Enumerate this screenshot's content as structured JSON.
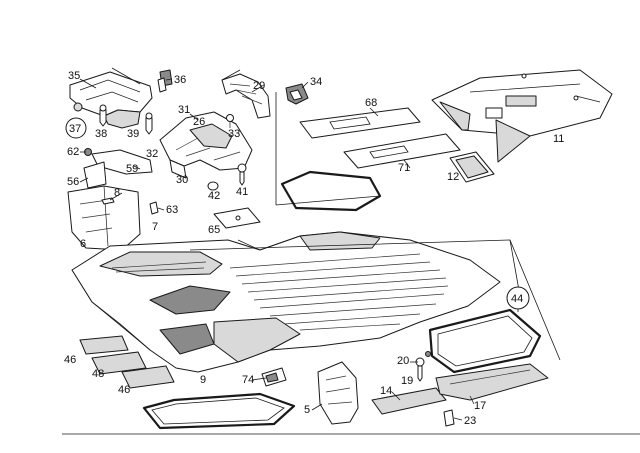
{
  "diagram": {
    "callouts": [
      {
        "id": "35",
        "text": "35"
      },
      {
        "id": "36",
        "text": "36"
      },
      {
        "id": "29",
        "text": "29"
      },
      {
        "id": "34",
        "text": "34"
      },
      {
        "id": "68",
        "text": "68"
      },
      {
        "id": "11",
        "text": "11"
      },
      {
        "id": "31",
        "text": "31"
      },
      {
        "id": "26",
        "text": "26"
      },
      {
        "id": "37",
        "text": "37"
      },
      {
        "id": "38",
        "text": "38"
      },
      {
        "id": "39",
        "text": "39"
      },
      {
        "id": "33",
        "text": "33"
      },
      {
        "id": "32",
        "text": "32"
      },
      {
        "id": "62",
        "text": "62"
      },
      {
        "id": "59",
        "text": "59"
      },
      {
        "id": "71",
        "text": "71"
      },
      {
        "id": "12",
        "text": "12"
      },
      {
        "id": "56",
        "text": "56"
      },
      {
        "id": "30",
        "text": "30"
      },
      {
        "id": "41",
        "text": "41"
      },
      {
        "id": "8",
        "text": "8"
      },
      {
        "id": "42",
        "text": "42"
      },
      {
        "id": "63",
        "text": "63"
      },
      {
        "id": "7",
        "text": "7"
      },
      {
        "id": "65",
        "text": "65"
      },
      {
        "id": "6",
        "text": "6"
      },
      {
        "id": "44",
        "text": "44"
      },
      {
        "id": "46a",
        "text": "46"
      },
      {
        "id": "48",
        "text": "48"
      },
      {
        "id": "46b",
        "text": "46"
      },
      {
        "id": "20",
        "text": "20"
      },
      {
        "id": "9",
        "text": "9"
      },
      {
        "id": "74",
        "text": "74"
      },
      {
        "id": "19",
        "text": "19"
      },
      {
        "id": "14",
        "text": "14"
      },
      {
        "id": "17",
        "text": "17"
      },
      {
        "id": "5",
        "text": "5"
      },
      {
        "id": "23",
        "text": "23"
      }
    ]
  }
}
